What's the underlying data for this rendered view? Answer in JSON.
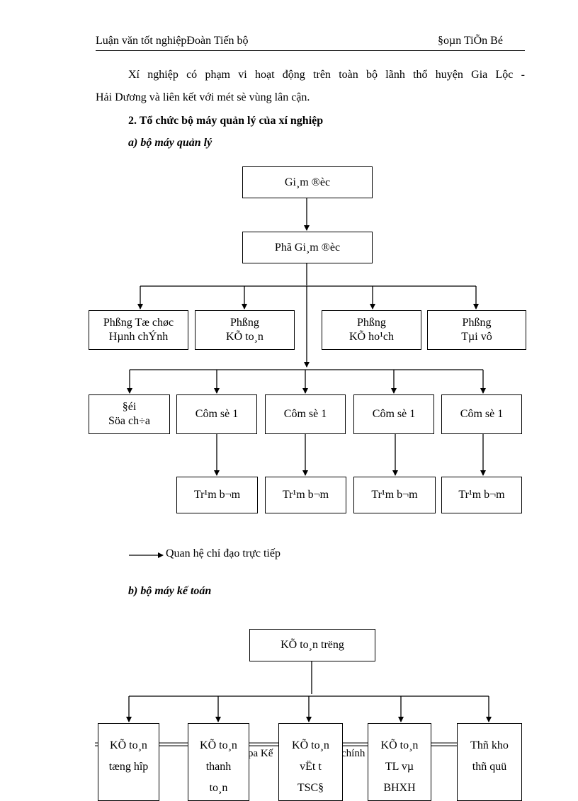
{
  "header": {
    "left": "Luận văn tốt nghiệpĐoàn Tiến bộ",
    "right": "§oµn TiÕn Bé"
  },
  "intro": {
    "line1": "Xí nghiệp có phạm vi hoạt động trên toàn bộ lãnh thổ huyện Gia Lộc -",
    "line2": "Hải Dương và liên kết với mét sè vùng lân cận."
  },
  "section": {
    "title": "2. Tổ chức bộ máy quản lý của xí nghiệp",
    "sub_a": "a) bộ máy quản lý",
    "sub_b": "b) bộ máy kế toán"
  },
  "org": {
    "director": "Gi¸m ®èc",
    "deputy": "Phã Gi¸m ®èc",
    "departments": [
      {
        "l1": "Phßng Tæ chøc",
        "l2": "Hµnh chÝnh"
      },
      {
        "l1": "Phßng",
        "l2": "KÕ to¸n"
      },
      {
        "l1": "Phßng",
        "l2": "KÕ ho¹ch"
      },
      {
        "l1": "Phßng",
        "l2": "Tµi vô"
      }
    ],
    "repair": {
      "l1": "§éi",
      "l2": "Söa ch÷a"
    },
    "clusters": [
      "Côm sè 1",
      "Côm sè 1",
      "Côm sè 1",
      "Côm sè 1"
    ],
    "stations": [
      "Tr¹m b¬m",
      "Tr¹m b¬m",
      "Tr¹m b¬m",
      "Tr¹m b¬m"
    ]
  },
  "legend": "Quan hệ chỉ đạo trực tiếp",
  "accounting": {
    "chief": "KÕ to¸n tr­ëng",
    "staff": [
      {
        "l1": "KÕ to¸n",
        "l2": "tæng hîp",
        "l3": ""
      },
      {
        "l1": "KÕ to¸n",
        "l2": "thanh",
        "l3": "to¸n"
      },
      {
        "l1": "KÕ to¸n",
        "l2": "vËt t",
        "l3": "TSC§"
      },
      {
        "l1": "KÕ to¸n",
        "l2": "TL vµ",
        "l3": "BHXH"
      },
      {
        "l1": "Thñ kho",
        "l2": "thñ quü",
        "l3": ""
      }
    ],
    "overlap_1": "pa Kế",
    "overlap_2": "chính"
  }
}
